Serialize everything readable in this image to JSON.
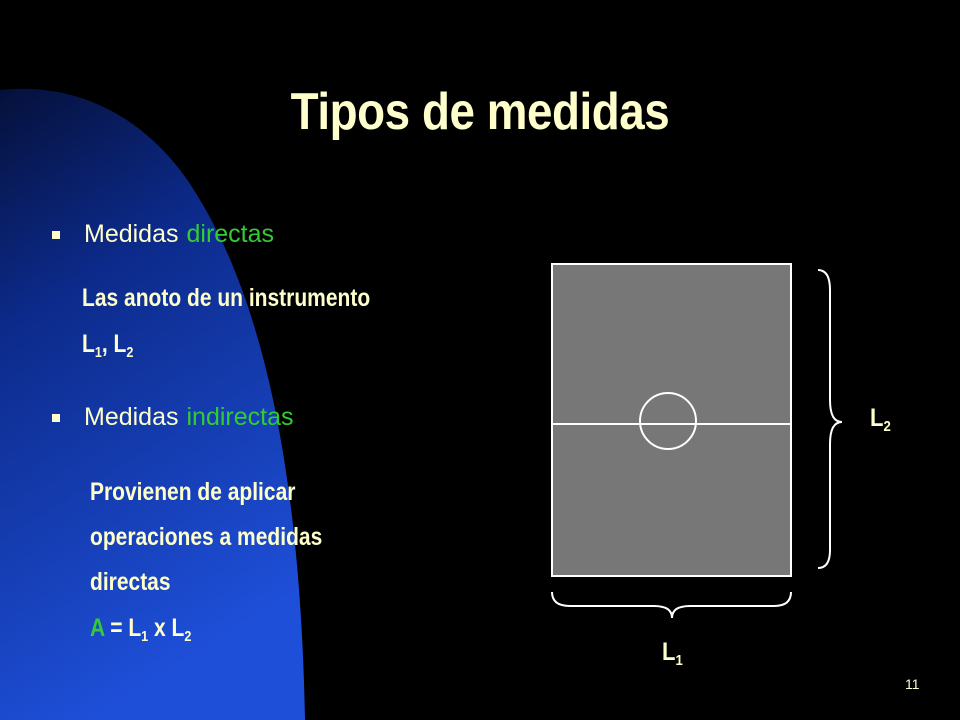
{
  "slide": {
    "title": "Tipos de medidas",
    "page_number": "11"
  },
  "bullets": [
    {
      "prefix": "Medidas",
      "emphasis": "directas"
    },
    {
      "prefix": "Medidas",
      "emphasis": "indirectas"
    }
  ],
  "direct_block": {
    "line1": "Las anoto de un instrumento",
    "l_letter": "L",
    "sub1": "1",
    "sep": ", ",
    "sub2": "2"
  },
  "indirect_block": {
    "line1": "Provienen de aplicar",
    "line2": "operaciones a medidas",
    "line3": "directas",
    "formula_var": "A",
    "formula_eq": " = L",
    "formula_sub1": "1",
    "formula_op": " x L",
    "formula_sub2": "2"
  },
  "diagram": {
    "label_l1": "L",
    "label_l1_sub": "1",
    "label_l2": "L",
    "label_l2_sub": "2"
  },
  "colors": {
    "background": "#000000",
    "gradient_blue": "#1E4FD8",
    "text": "#FFFFCC",
    "accent": "#33CC33",
    "field_fill": "#777777"
  }
}
